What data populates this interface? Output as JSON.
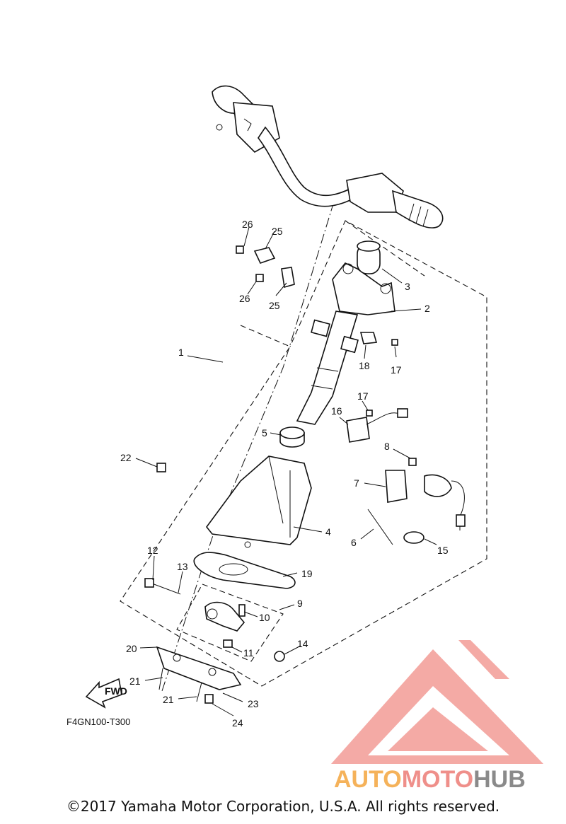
{
  "diagram": {
    "reference_code": "F4GN100-T300",
    "fwd_label": "FWD",
    "callouts": [
      "1",
      "2",
      "3",
      "4",
      "5",
      "6",
      "7",
      "8",
      "9",
      "10",
      "11",
      "12",
      "13",
      "14",
      "15",
      "16",
      "17",
      "17",
      "18",
      "19",
      "20",
      "21",
      "21",
      "22",
      "23",
      "24",
      "25",
      "25",
      "26",
      "26"
    ]
  },
  "watermark": {
    "part1": "AUTO",
    "part2": "MOTO",
    "part3": "HUB",
    "colors": {
      "auto": "#f5b25a",
      "moto": "#ef8f8a",
      "hub": "#8a8a8a",
      "triangle": "#f08f8a"
    }
  },
  "footer": {
    "copyright": "©2017 Yamaha Motor Corporation, U.S.A. All rights reserved."
  }
}
